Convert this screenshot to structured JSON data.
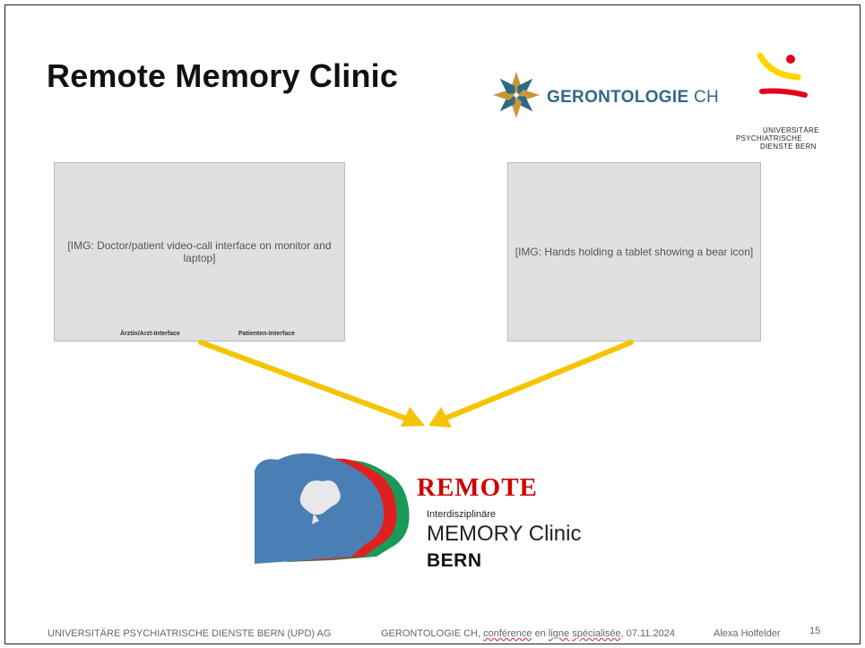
{
  "slide": {
    "title": "Remote Memory Clinic",
    "logos": {
      "gerontologie": {
        "name": "GERONTOLOGIE",
        "suffix": " CH"
      },
      "upd": {
        "line1": "UNIVERSITÄRE",
        "line2": "PSYCHIATRISCHE",
        "line3": "DIENSTE BERN"
      }
    },
    "images": {
      "left": "[IMG: Doctor/patient video-call interface on monitor and laptop]",
      "left_caption_1": "Ärztin/Arzt-Interface",
      "left_caption_2": "Patienten-Interface",
      "right": "[IMG: Hands holding a tablet showing a bear icon]"
    },
    "memory_clinic": {
      "remote": "REMOTE",
      "interdisziplinaere": "Interdisziplinäre",
      "name": "MEMORY Clinic",
      "city": "BERN"
    },
    "footer": {
      "org": "UNIVERSITÄRE PSYCHIATRISCHE DIENSTE BERN (UPD) AG",
      "event_prefix": "GERONTOLOGIE CH, ",
      "event_w1": "conférence",
      "event_sp1": " en ",
      "event_w2": "ligne",
      "event_sp2": " ",
      "event_w3": "spécialisée",
      "event_suffix": ", 07.11.2024",
      "author": "Alexa Holfelder",
      "page": "15"
    },
    "colors": {
      "arrow": "#f5c400",
      "bear_blue": "#4a7fb5",
      "bear_red": "#e02020",
      "bear_green": "#1a9a5a",
      "remote_red": "#d00000",
      "upd_red": "#e3001b",
      "upd_yellow": "#ffd400"
    }
  }
}
